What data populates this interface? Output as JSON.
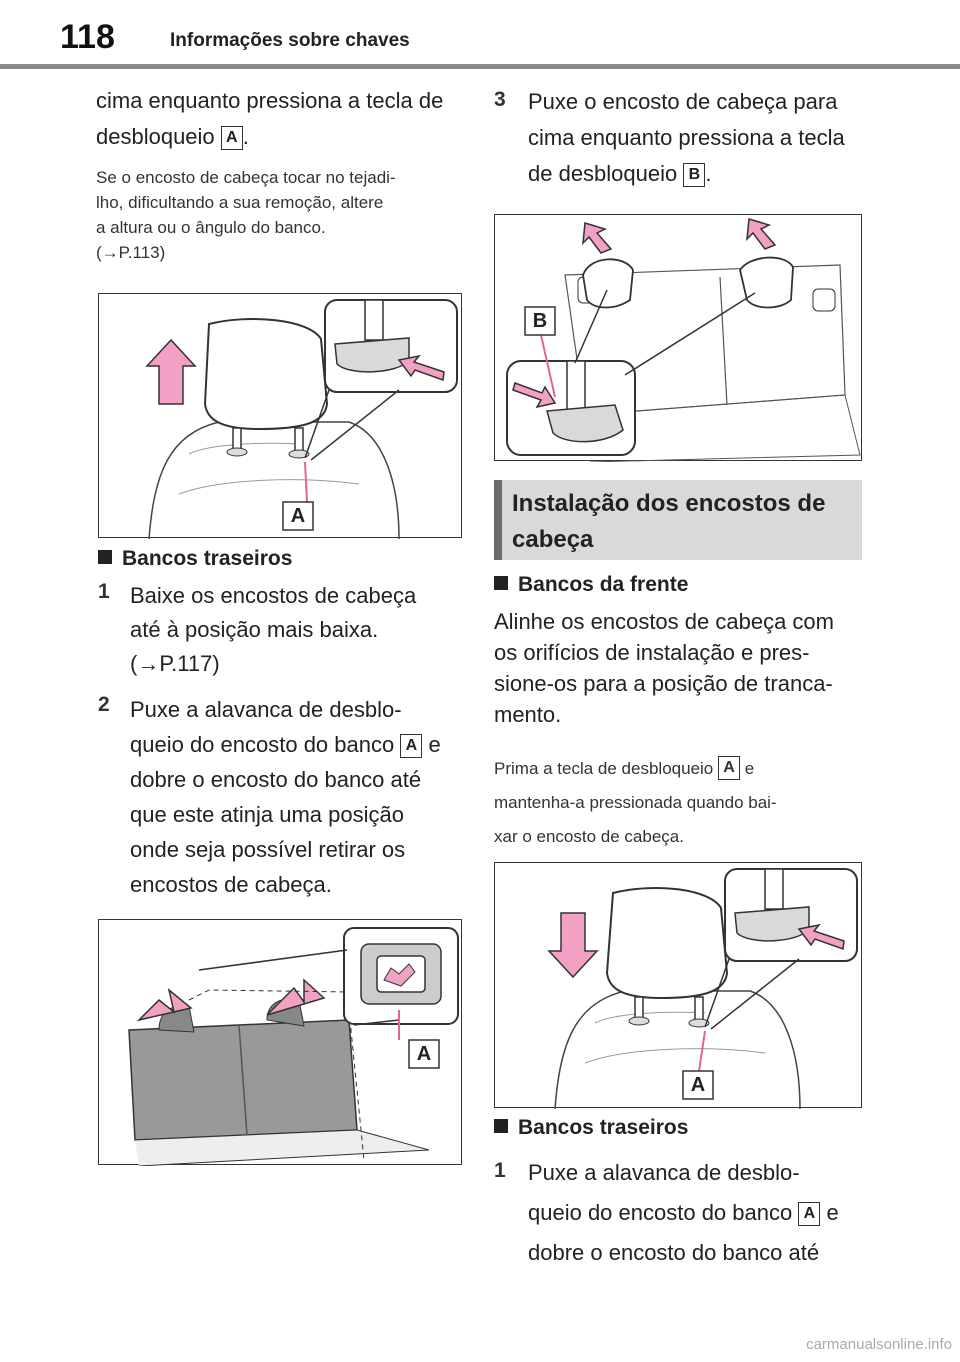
{
  "header": {
    "page_number": "118",
    "title": "Informações sobre chaves"
  },
  "left": {
    "intro_line1": "cima enquanto pressiona a tecla de",
    "intro_line2": "desbloqueio",
    "key_a": "A",
    "period": ".",
    "note_lines": [
      "Se o encosto de cabeça tocar no tejadi-",
      "lho, dificultando a sua remoção, altere",
      "a altura ou o ângulo do banco.",
      "(→P.113)"
    ],
    "fig1_label": "A",
    "rear_heading": "Bancos traseiros",
    "step1_num": "1",
    "step1_lines": [
      "Baixe os encostos de cabeça",
      "até à posição mais baixa.",
      "(→P.117)"
    ],
    "step2_num": "2",
    "step2_line1": "Puxe a alavanca de desblo-",
    "step2_line2a": "queio do encosto do banco",
    "step2_key": "A",
    "step2_line2b": "e",
    "step2_lines": [
      "dobre o encosto do banco até",
      "que este atinja uma posição",
      "onde seja possível retirar os",
      "encostos de cabeça."
    ],
    "fig2_label": "A"
  },
  "right": {
    "step3_num": "3",
    "step3_line1": "Puxe o encosto de cabeça para",
    "step3_line2": "cima enquanto pressiona a tecla",
    "step3_line3": "de desbloqueio",
    "step3_key": "B",
    "period": ".",
    "fig3_label": "B",
    "banner_title": "Instalação dos encostos de cabeça",
    "front_heading": "Bancos da frente",
    "front_lines": [
      "Alinhe os encostos de cabeça com",
      "os orifícios de instalação e pres-",
      "sione-os para a posição de tranca-",
      "mento."
    ],
    "note_line1": "Prima a tecla de desbloqueio",
    "note_key": "A",
    "note_line1b": "e",
    "note_lines": [
      "mantenha-a pressionada quando bai-",
      "xar o encosto de cabeça."
    ],
    "fig4_label": "A",
    "rear_heading": "Bancos traseiros",
    "step1_num": "1",
    "step1_line1": "Puxe a alavanca de desblo-",
    "step1_line2a": "queio do encosto do banco",
    "step1_key": "A",
    "step1_line2b": "e",
    "step1_line3": "dobre o encosto do banco até"
  },
  "footer": {
    "watermark": "carmanualsonline.info"
  },
  "colors": {
    "arrow_pink": "#f2a0c4",
    "callout_pink": "#e85f9b",
    "header_rule": "#8a8a8a",
    "banner_bg": "#d9d9d9",
    "banner_bar": "#6b6b6b"
  }
}
